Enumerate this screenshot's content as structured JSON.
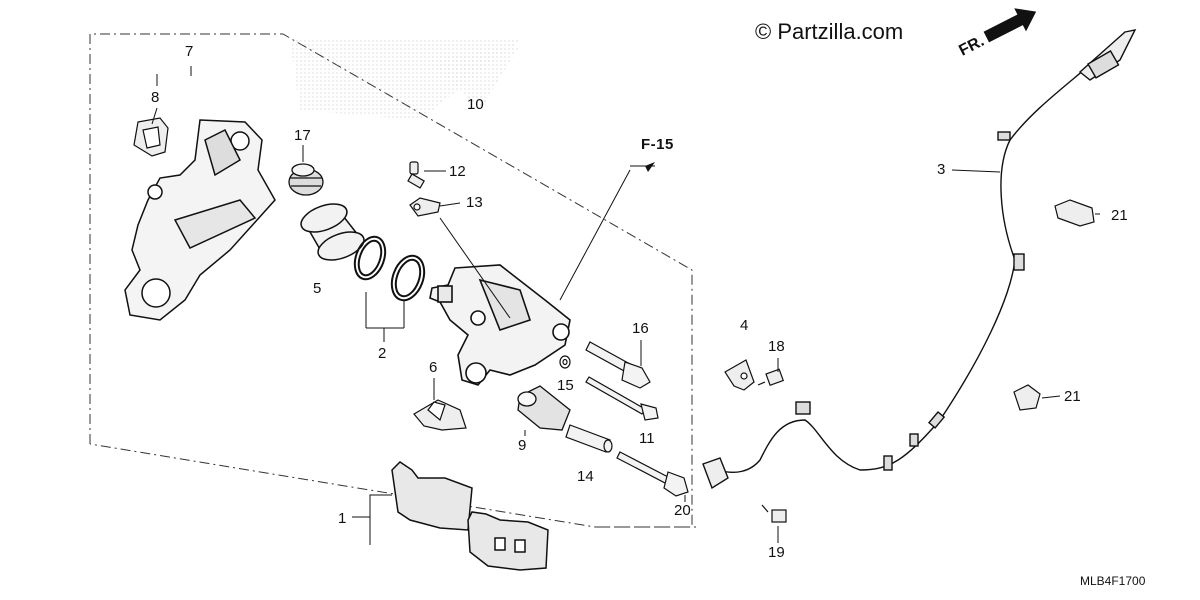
{
  "watermark": "© Partzilla.com",
  "diagram_code": "MLB4F1700",
  "reference": "F-15",
  "direction_label": "FR.",
  "callouts": {
    "c1": "1",
    "c2": "2",
    "c3": "3",
    "c4": "4",
    "c5": "5",
    "c6": "6",
    "c7": "7",
    "c8": "8",
    "c9": "9",
    "c10": "10",
    "c11": "11",
    "c12": "12",
    "c13": "13",
    "c14": "14",
    "c15": "15",
    "c16": "16",
    "c17": "17",
    "c18": "18",
    "c19": "19",
    "c20": "20",
    "c21a": "21",
    "c21b": "21"
  },
  "icons": {
    "caliper_bracket": "caliper-bracket-icon",
    "caliper_body": "caliper-body-icon",
    "piston": "piston-icon",
    "seal": "seal-ring-icon",
    "brake_pad": "brake-pad-icon",
    "sensor_cable": "abs-sensor-cable-icon",
    "direction_arrow": "arrow-right-icon"
  }
}
